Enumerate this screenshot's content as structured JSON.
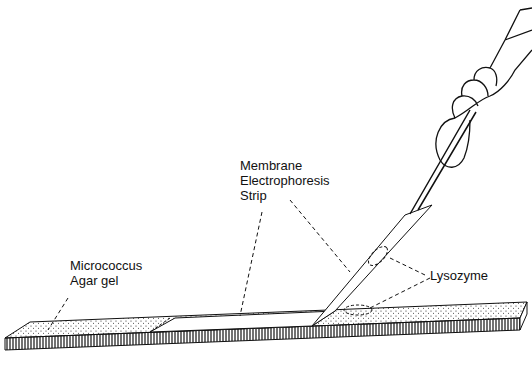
{
  "diagram": {
    "labels": [
      "Micrococcus Agar gel",
      "Membrane Electrophoresis Strip",
      "Lysozyme"
    ]
  }
}
